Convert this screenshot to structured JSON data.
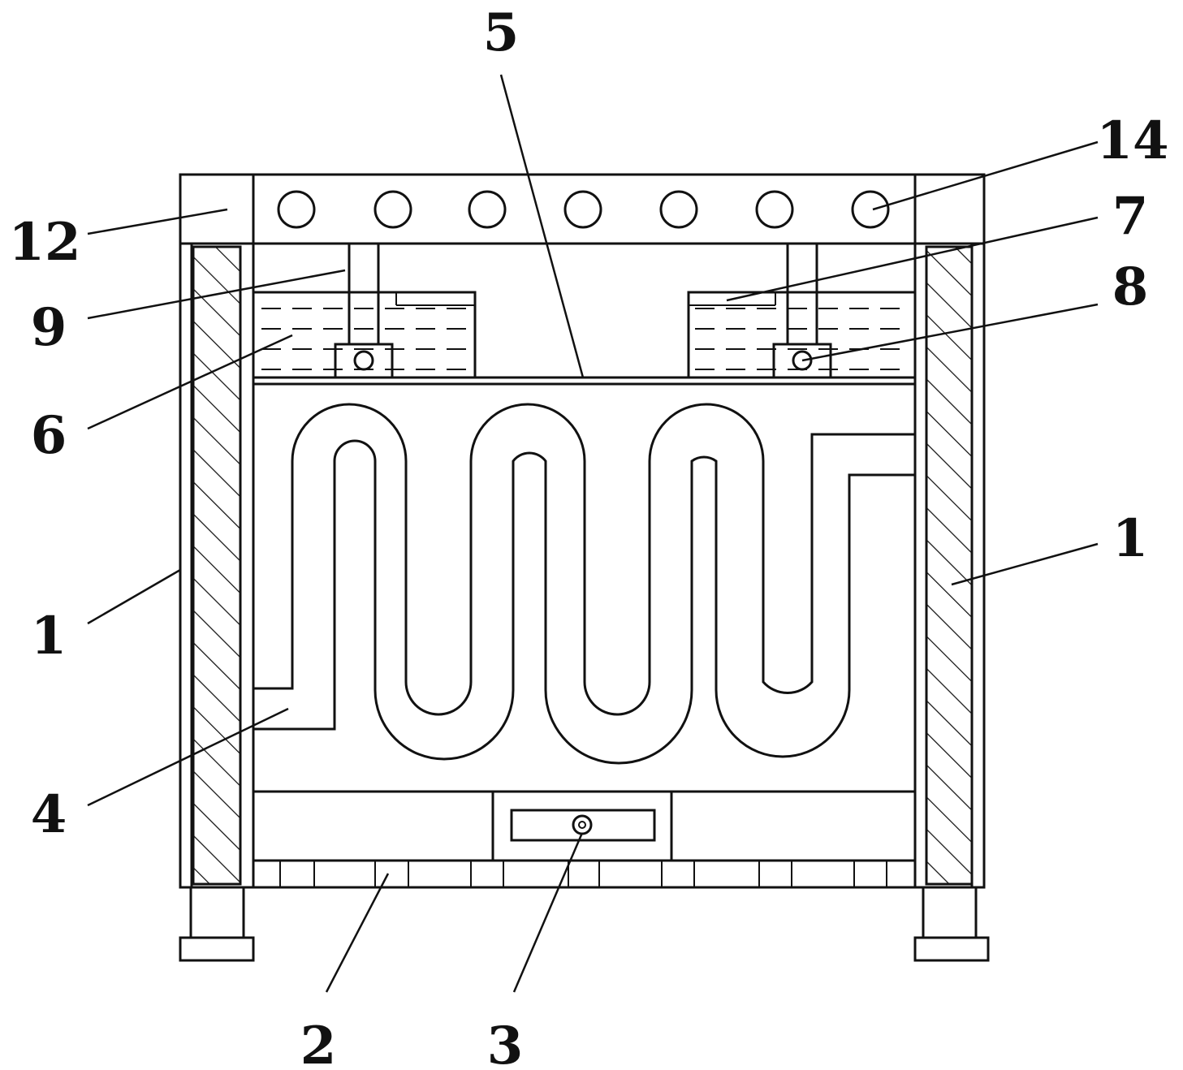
{
  "labels": {
    "l12": "12",
    "l9": "9",
    "l6": "6",
    "l1_left": "1",
    "l4": "4",
    "l5": "5",
    "l14": "14",
    "l7": "7",
    "l8": "8",
    "l1_right": "1",
    "l2": "2",
    "l3": "3"
  },
  "colors": {
    "line": "#111111",
    "background": "#ffffff"
  }
}
